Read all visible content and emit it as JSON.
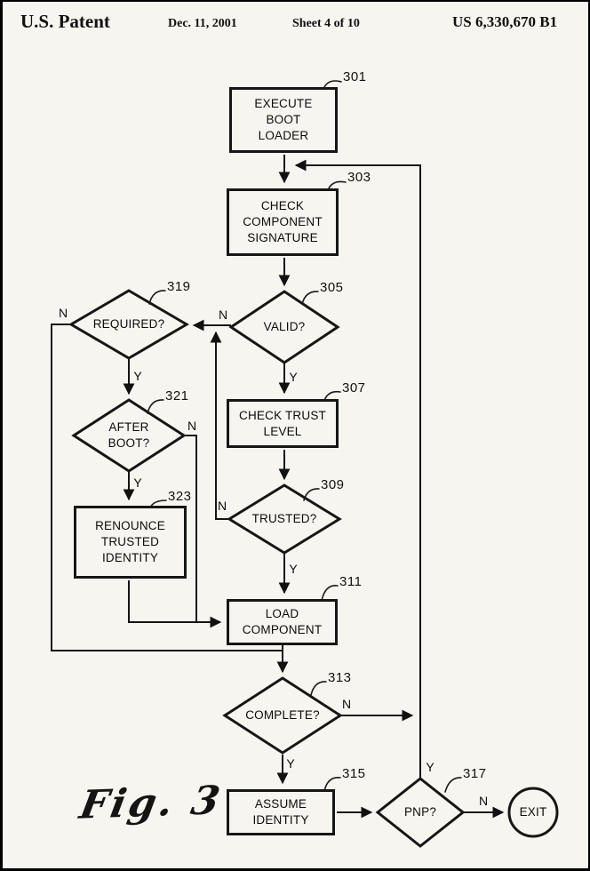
{
  "header": {
    "patent_label": "U.S. Patent",
    "date": "Dec. 11, 2001",
    "sheet": "Sheet 4 of 10",
    "patent_number": "US 6,330,670 B1"
  },
  "figure": {
    "label": "Fig. 3"
  },
  "flowchart": {
    "nodes": {
      "execute_boot_loader": {
        "label": "EXECUTE\nBOOT\nLOADER",
        "ref": "301"
      },
      "check_component_signature": {
        "label": "CHECK\nCOMPONENT\nSIGNATURE",
        "ref": "303"
      },
      "valid": {
        "label": "VALID?",
        "ref": "305"
      },
      "check_trust_level": {
        "label": "CHECK TRUST\nLEVEL",
        "ref": "307"
      },
      "trusted": {
        "label": "TRUSTED?",
        "ref": "309"
      },
      "load_component": {
        "label": "LOAD\nCOMPONENT",
        "ref": "311"
      },
      "complete": {
        "label": "COMPLETE?",
        "ref": "313"
      },
      "assume_identity": {
        "label": "ASSUME\nIDENTITY",
        "ref": "315"
      },
      "pnp": {
        "label": "PNP?",
        "ref": "317"
      },
      "required": {
        "label": "REQUIRED?",
        "ref": "319"
      },
      "after_boot": {
        "label": "AFTER\nBOOT?",
        "ref": "321"
      },
      "renounce_trusted_identity": {
        "label": "RENOUNCE\nTRUSTED\nIDENTITY",
        "ref": "323"
      },
      "exit": {
        "label": "EXIT"
      }
    },
    "branch_labels": {
      "yes": "Y",
      "no": "N"
    }
  }
}
